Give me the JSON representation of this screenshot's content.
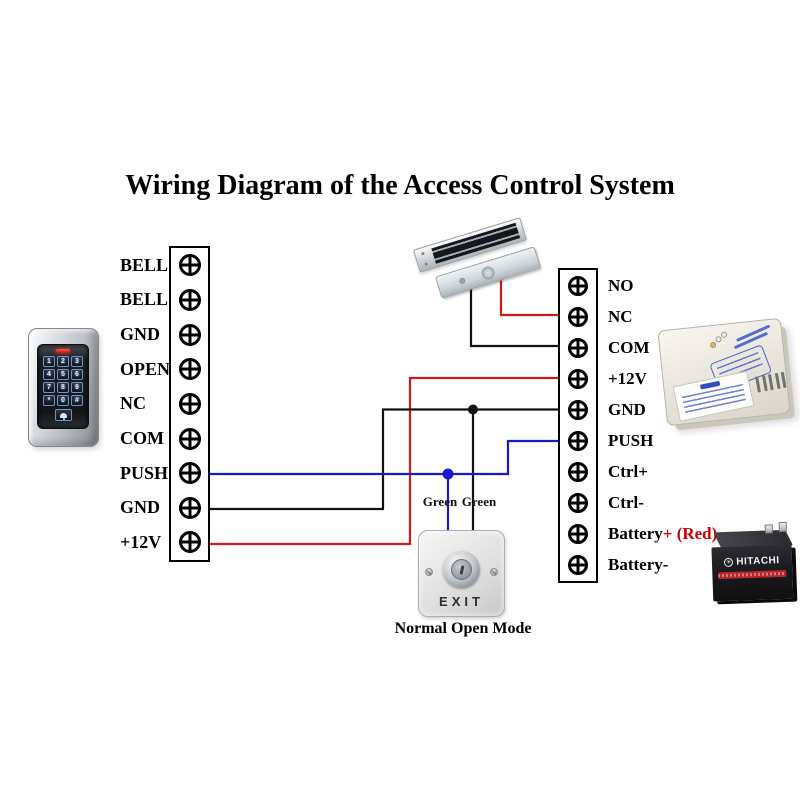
{
  "title": "Wiring Diagram of the Access Control System",
  "colors": {
    "wire_red": "#cc1a1a",
    "wire_black": "#111111",
    "wire_blue": "#1a1acc",
    "label_red": "#cc0000"
  },
  "keypad": {
    "keys": [
      "1",
      "2",
      "3",
      "4",
      "5",
      "6",
      "7",
      "8",
      "9",
      "*",
      "0",
      "#"
    ]
  },
  "left_block": {
    "terminals": [
      "BELL",
      "BELL",
      "GND",
      "OPEN",
      "NC",
      "COM",
      "PUSH",
      "GND",
      "+12V"
    ]
  },
  "right_block": {
    "terminals": [
      {
        "text": "NO",
        "red": ""
      },
      {
        "text": "NC",
        "red": ""
      },
      {
        "text": "COM",
        "red": ""
      },
      {
        "text": "+12V",
        "red": ""
      },
      {
        "text": "GND",
        "red": ""
      },
      {
        "text": "PUSH",
        "red": ""
      },
      {
        "text": "Ctrl+",
        "red": ""
      },
      {
        "text": "Ctrl-",
        "red": ""
      },
      {
        "text": "Battery",
        "red": "+ (Red)"
      },
      {
        "text": "Battery-",
        "red": ""
      }
    ]
  },
  "exit_button": {
    "label": "EXIT",
    "mode_caption": "Normal Open Mode",
    "wire_labels": [
      "Green",
      "Green"
    ]
  },
  "battery": {
    "brand": "HITACHI",
    "logo_glyph": "✳"
  }
}
